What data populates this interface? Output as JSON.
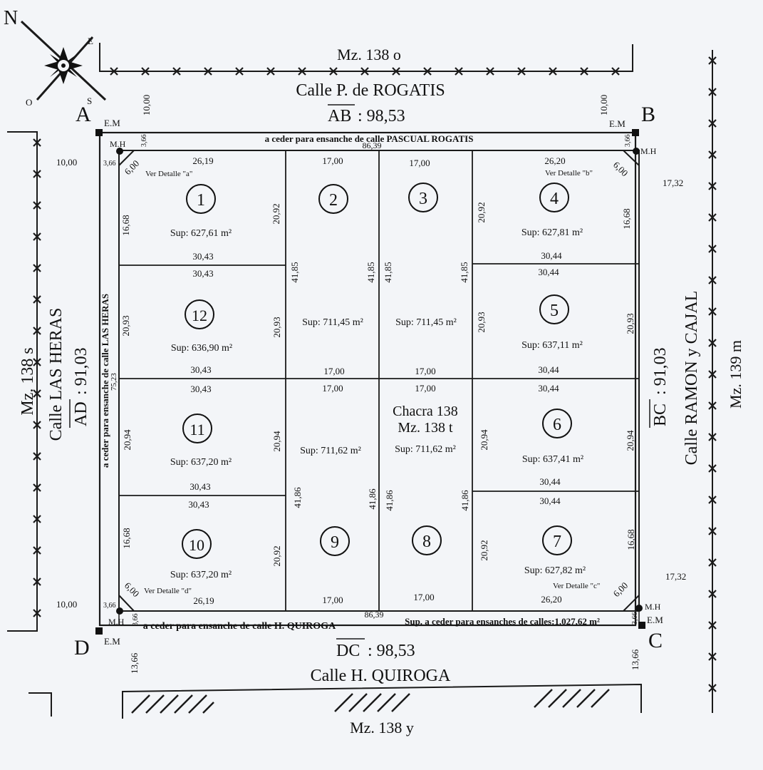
{
  "compass": {
    "n": "N",
    "e": "E",
    "s": "S",
    "o": "O"
  },
  "blocks": {
    "north": "Mz. 138 o",
    "south": "Mz. 138 y",
    "west": "Mz. 138 s",
    "east": "Mz. 139 m",
    "center_line1": "Chacra 138",
    "center_line2": "Mz. 138 t"
  },
  "streets": {
    "north": "Calle P. de ROGATIS",
    "south": "Calle H. QUIROGA",
    "west": "Calle LAS HERAS",
    "east": "Calle RAMON y CAJAL"
  },
  "sides": {
    "ab": "AB",
    "ab_value": ": 98,53",
    "dc": "DC",
    "dc_value": ": 98,53",
    "ad": "AD",
    "ad_value": ": 91,03",
    "bc": "BC",
    "bc_value": ": 91,03"
  },
  "corners": {
    "a": "A",
    "b": "B",
    "c": "C",
    "d": "D",
    "em": "E.M",
    "mh": "M.H"
  },
  "cession": {
    "north": "a ceder para ensanche de calle PASCUAL ROGATIS",
    "south": "a ceder para ensanche de calle H. QUIROGA",
    "west": "a ceder para ensanche de calle LAS HERAS",
    "total": "Sup. a ceder para ensanches de calles:1.027,62 m²"
  },
  "details": {
    "a": "Ver Detalle \"a\"",
    "b": "Ver Detalle \"b\"",
    "c": "Ver Detalle \"c\"",
    "d": "Ver Detalle \"d\""
  },
  "dims": {
    "d_10_00": "10,00",
    "d_3_66": "3,66",
    "d_6_00": "6,00",
    "d_86_39": "86,39",
    "d_17_32": "17,32",
    "d_13_66": "13,66",
    "d_75_23": "75,23",
    "d_26_19": "26,19",
    "d_26_20": "26,20",
    "d_17_00": "17,00",
    "d_30_43": "30,43",
    "d_30_44": "30,44",
    "d_16_68": "16,68",
    "d_20_92": "20,92",
    "d_20_93": "20,93",
    "d_20_94": "20,94",
    "d_41_85": "41,85",
    "d_41_86": "41,86"
  },
  "lots": [
    {
      "number": "1",
      "area": "Sup: 627,61 m²"
    },
    {
      "number": "2",
      "area": "Sup: 711,45 m²"
    },
    {
      "number": "3",
      "area": "Sup: 711,45 m²"
    },
    {
      "number": "4",
      "area": "Sup: 627,81 m²"
    },
    {
      "number": "5",
      "area": "Sup: 637,11 m²"
    },
    {
      "number": "6",
      "area": "Sup: 637,41 m²"
    },
    {
      "number": "7",
      "area": "Sup: 627,82 m²"
    },
    {
      "number": "8",
      "area": "Sup: 711,62 m²"
    },
    {
      "number": "9",
      "area": "Sup: 711,62 m²"
    },
    {
      "number": "10",
      "area": "Sup: 637,20 m²"
    },
    {
      "number": "11",
      "area": "Sup: 637,20 m²"
    },
    {
      "number": "12",
      "area": "Sup: 636,90 m²"
    }
  ]
}
